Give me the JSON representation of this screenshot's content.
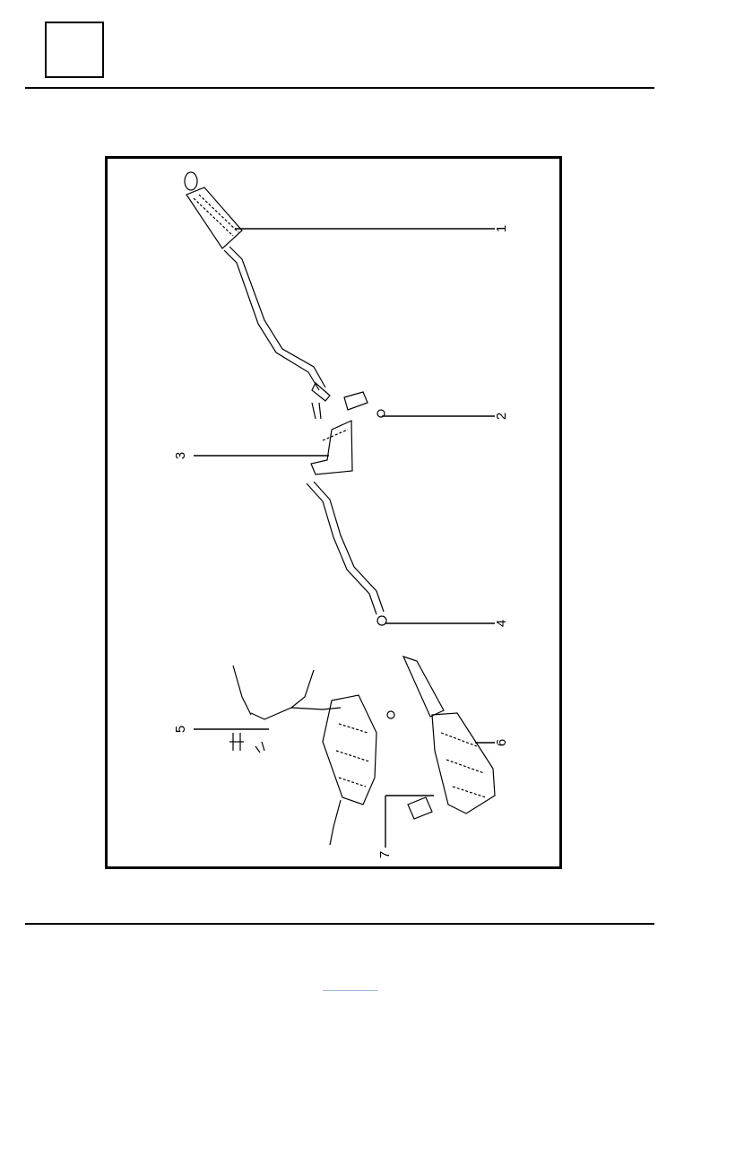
{
  "figure": {
    "callouts": [
      {
        "label": "1"
      },
      {
        "label": "2"
      },
      {
        "label": "3"
      },
      {
        "label": "4"
      },
      {
        "label": "5"
      },
      {
        "label": "6"
      },
      {
        "label": "7"
      }
    ]
  },
  "colors": {
    "line": "#000000",
    "link_underline": "#9fb8d8"
  }
}
